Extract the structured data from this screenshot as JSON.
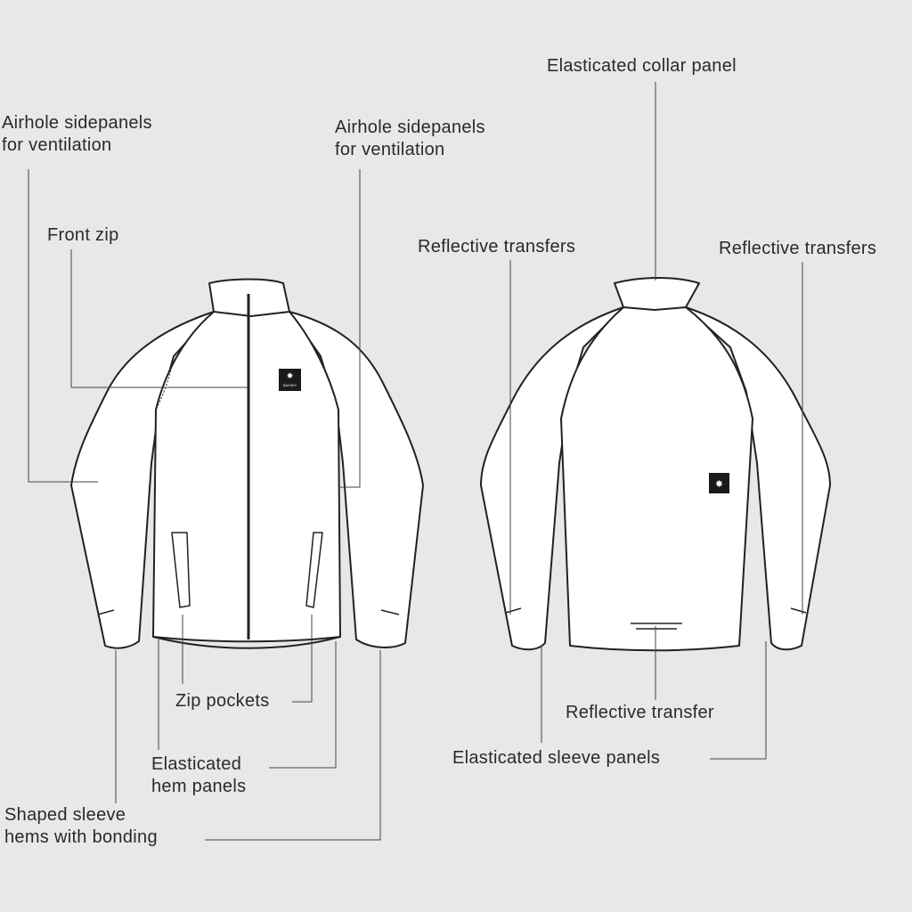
{
  "labels": {
    "airhole_left": [
      "Airhole sidepanels",
      "for ventilation"
    ],
    "front_zip": "Front zip",
    "airhole_right": [
      "Airhole sidepanels",
      "for ventilation"
    ],
    "collar": "Elasticated collar panel",
    "reflective_left": "Reflective transfers",
    "reflective_right": "Reflective transfers",
    "zip_pockets": "Zip pockets",
    "hem_panels": [
      "Elasticated",
      "hem panels"
    ],
    "sleeve_hems": [
      "Shaped sleeve",
      "hems with bonding"
    ],
    "reflective_back": "Reflective transfer",
    "sleeve_panels": "Elasticated sleeve panels"
  },
  "logo_text": "SAYSKY",
  "colors": {
    "background": "#e8e8e8",
    "line": "#2a2a2a",
    "fill": "#ffffff"
  }
}
